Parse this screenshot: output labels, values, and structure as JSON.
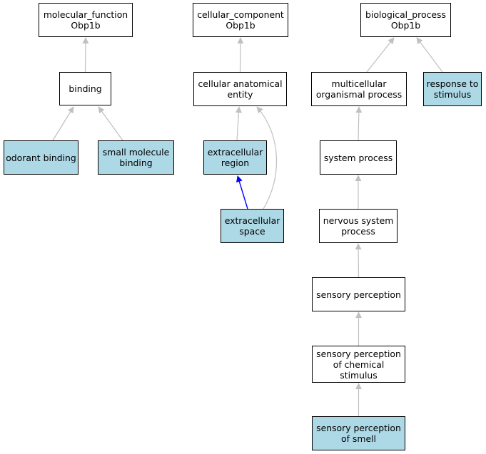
{
  "colors": {
    "plain_node": "#ffffff",
    "highlighted_node": "#add8e6",
    "edge": "#c0c0c0",
    "highlighted_edge": "#0000ff"
  },
  "nodes": {
    "mf_root": {
      "label": "molecular_function\nObp1b",
      "highlighted": false
    },
    "binding": {
      "label": "binding",
      "highlighted": false
    },
    "odorant_binding": {
      "label": "odorant binding",
      "highlighted": true
    },
    "small_molecule_binding": {
      "label": "small molecule\nbinding",
      "highlighted": true
    },
    "cc_root": {
      "label": "cellular_component\nObp1b",
      "highlighted": false
    },
    "cellular_anatomical_entity": {
      "label": "cellular anatomical\nentity",
      "highlighted": false
    },
    "extracellular_region": {
      "label": "extracellular\nregion",
      "highlighted": true
    },
    "extracellular_space": {
      "label": "extracellular\nspace",
      "highlighted": true
    },
    "bp_root": {
      "label": "biological_process\nObp1b",
      "highlighted": false
    },
    "multicellular_organismal_process": {
      "label": "multicellular\norganismal process",
      "highlighted": false
    },
    "response_to_stimulus": {
      "label": "response to\nstimulus",
      "highlighted": true
    },
    "system_process": {
      "label": "system process",
      "highlighted": false
    },
    "nervous_system_process": {
      "label": "nervous system\nprocess",
      "highlighted": false
    },
    "sensory_perception": {
      "label": "sensory perception",
      "highlighted": false
    },
    "sensory_perception_chemical": {
      "label": "sensory perception\nof chemical\nstimulus",
      "highlighted": false
    },
    "sensory_perception_smell": {
      "label": "sensory perception\nof smell",
      "highlighted": true
    }
  },
  "edges": [
    {
      "from": "binding",
      "to": "mf_root",
      "highlighted": false
    },
    {
      "from": "odorant_binding",
      "to": "binding",
      "highlighted": false
    },
    {
      "from": "small_molecule_binding",
      "to": "binding",
      "highlighted": false
    },
    {
      "from": "cellular_anatomical_entity",
      "to": "cc_root",
      "highlighted": false
    },
    {
      "from": "extracellular_region",
      "to": "cellular_anatomical_entity",
      "highlighted": false
    },
    {
      "from": "extracellular_space",
      "to": "cellular_anatomical_entity",
      "highlighted": false
    },
    {
      "from": "extracellular_space",
      "to": "extracellular_region",
      "highlighted": true
    },
    {
      "from": "multicellular_organismal_process",
      "to": "bp_root",
      "highlighted": false
    },
    {
      "from": "response_to_stimulus",
      "to": "bp_root",
      "highlighted": false
    },
    {
      "from": "system_process",
      "to": "multicellular_organismal_process",
      "highlighted": false
    },
    {
      "from": "nervous_system_process",
      "to": "system_process",
      "highlighted": false
    },
    {
      "from": "sensory_perception",
      "to": "nervous_system_process",
      "highlighted": false
    },
    {
      "from": "sensory_perception_chemical",
      "to": "sensory_perception",
      "highlighted": false
    },
    {
      "from": "sensory_perception_smell",
      "to": "sensory_perception_chemical",
      "highlighted": false
    }
  ]
}
